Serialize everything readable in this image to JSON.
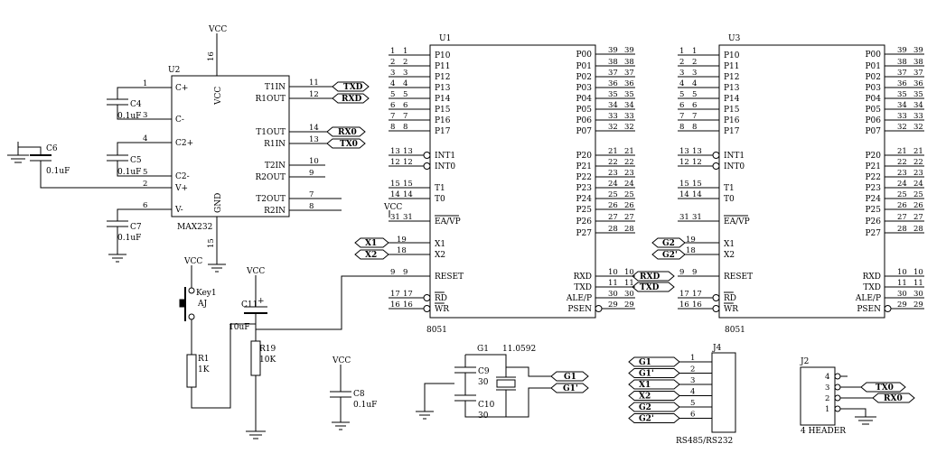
{
  "u1": {
    "ref": "U1",
    "part": "8051",
    "left": [
      {
        "o": "1",
        "i": "1",
        "n": "P10"
      },
      {
        "o": "2",
        "i": "2",
        "n": "P11"
      },
      {
        "o": "3",
        "i": "3",
        "n": "P12"
      },
      {
        "o": "4",
        "i": "4",
        "n": "P13"
      },
      {
        "o": "5",
        "i": "5",
        "n": "P14"
      },
      {
        "o": "6",
        "i": "6",
        "n": "P15"
      },
      {
        "o": "7",
        "i": "7",
        "n": "P16"
      },
      {
        "o": "8",
        "i": "8",
        "n": "P17"
      },
      {
        "o": "13",
        "i": "13",
        "n": "INT1",
        "bub": true
      },
      {
        "o": "12",
        "i": "12",
        "n": "INT0",
        "bub": true
      },
      {
        "o": "15",
        "i": "15",
        "n": "T1"
      },
      {
        "o": "14",
        "i": "14",
        "n": "T0"
      },
      {
        "o": "31",
        "i": "31",
        "n": "EA/VP"
      },
      {
        "o": "19",
        "i": "",
        "n": "X1"
      },
      {
        "o": "18",
        "i": "",
        "n": "X2"
      },
      {
        "o": "9",
        "i": "9",
        "n": "RESET"
      },
      {
        "o": "17",
        "i": "17",
        "n": "RD",
        "bub": true
      },
      {
        "o": "16",
        "i": "16",
        "n": "WR",
        "bub": true
      }
    ],
    "right": [
      {
        "o": "39",
        "i": "39",
        "n": "P00"
      },
      {
        "o": "38",
        "i": "38",
        "n": "P01"
      },
      {
        "o": "37",
        "i": "37",
        "n": "P02"
      },
      {
        "o": "36",
        "i": "36",
        "n": "P03"
      },
      {
        "o": "35",
        "i": "35",
        "n": "P04"
      },
      {
        "o": "34",
        "i": "34",
        "n": "P05"
      },
      {
        "o": "33",
        "i": "33",
        "n": "P06"
      },
      {
        "o": "32",
        "i": "32",
        "n": "P07"
      },
      {
        "o": "21",
        "i": "21",
        "n": "P20"
      },
      {
        "o": "22",
        "i": "22",
        "n": "P21"
      },
      {
        "o": "23",
        "i": "23",
        "n": "P22"
      },
      {
        "o": "24",
        "i": "24",
        "n": "P23"
      },
      {
        "o": "25",
        "i": "25",
        "n": "P24"
      },
      {
        "o": "26",
        "i": "26",
        "n": "P25"
      },
      {
        "o": "27",
        "i": "27",
        "n": "P26"
      },
      {
        "o": "28",
        "i": "28",
        "n": "P27"
      },
      {
        "o": "10",
        "i": "10",
        "n": "RXD"
      },
      {
        "o": "11",
        "i": "11",
        "n": "TXD"
      },
      {
        "o": "30",
        "i": "30",
        "n": "ALE/P"
      },
      {
        "o": "29",
        "i": "29",
        "n": "PSEN",
        "bub": true
      }
    ],
    "vcc_label": "VCC",
    "ports": {
      "x1": "X1",
      "x2": "X2",
      "rxd": "RXD",
      "txd": "TXD"
    }
  },
  "u3": {
    "ref": "U3",
    "part": "8051",
    "ports": {
      "g2": "G2",
      "g2p": "G2'"
    }
  },
  "u2": {
    "ref": "U2",
    "part": "MAX232",
    "vcc": "VCC",
    "vcc_pin": "16",
    "gnd": "GND",
    "gnd_pin": "15",
    "left": [
      {
        "o": "1",
        "n": "C+"
      },
      {
        "o": "3",
        "n": "C-"
      },
      {
        "o": "4",
        "n": "C2+"
      },
      {
        "o": "5",
        "n": "C2-"
      },
      {
        "o": "2",
        "n": "V+"
      },
      {
        "o": "6",
        "n": "V-"
      }
    ],
    "right": [
      {
        "o": "11",
        "n": "T1IN"
      },
      {
        "o": "12",
        "n": "R1OUT"
      },
      {
        "o": "14",
        "n": "T1OUT"
      },
      {
        "o": "13",
        "n": "R1IN"
      },
      {
        "o": "10",
        "n": "T2IN"
      },
      {
        "o": "9",
        "n": "R2OUT"
      },
      {
        "o": "7",
        "n": "T2OUT"
      },
      {
        "o": "8",
        "n": "R2IN"
      }
    ],
    "ports": {
      "txd": "TXD",
      "rxd": "RXD",
      "rx0": "RX0",
      "tx0": "TX0"
    }
  },
  "caps": {
    "c4": {
      "ref": "C4",
      "val": "0.1uF"
    },
    "c5": {
      "ref": "C5",
      "val": "0.1uF"
    },
    "c6": {
      "ref": "C6",
      "val": "0.1uF"
    },
    "c7": {
      "ref": "C7",
      "val": "0.1uF"
    },
    "c8": {
      "ref": "C8",
      "val": "0.1uF",
      "vcc": "VCC"
    },
    "c9": {
      "ref": "C9",
      "val": "30"
    },
    "c10": {
      "ref": "C10",
      "val": "30"
    },
    "c11": {
      "ref": "C11",
      "val": "10uF",
      "vcc": "VCC",
      "plus": "+"
    }
  },
  "reset": {
    "key": "Key1",
    "key_val": "AJ",
    "vcc": "VCC",
    "r1": {
      "ref": "R1",
      "val": "1K"
    },
    "r19": {
      "ref": "R19",
      "val": "10K"
    }
  },
  "crystal": {
    "ref": "G1",
    "freq": "11.0592",
    "g1": "G1",
    "g1p": "G1'"
  },
  "j4": {
    "ref": "J4",
    "name": "RS485/RS232",
    "rows": [
      {
        "net": "G1",
        "pin": "1"
      },
      {
        "net": "G1'",
        "pin": "2"
      },
      {
        "net": "X1",
        "pin": "3"
      },
      {
        "net": "X2",
        "pin": "4"
      },
      {
        "net": "G2",
        "pin": "5"
      },
      {
        "net": "G2'",
        "pin": "6"
      }
    ]
  },
  "j2": {
    "ref": "J2",
    "name": "4 HEADER",
    "pins": [
      "4",
      "3",
      "2",
      "1"
    ],
    "tx0": "TX0",
    "rx0": "RX0"
  }
}
